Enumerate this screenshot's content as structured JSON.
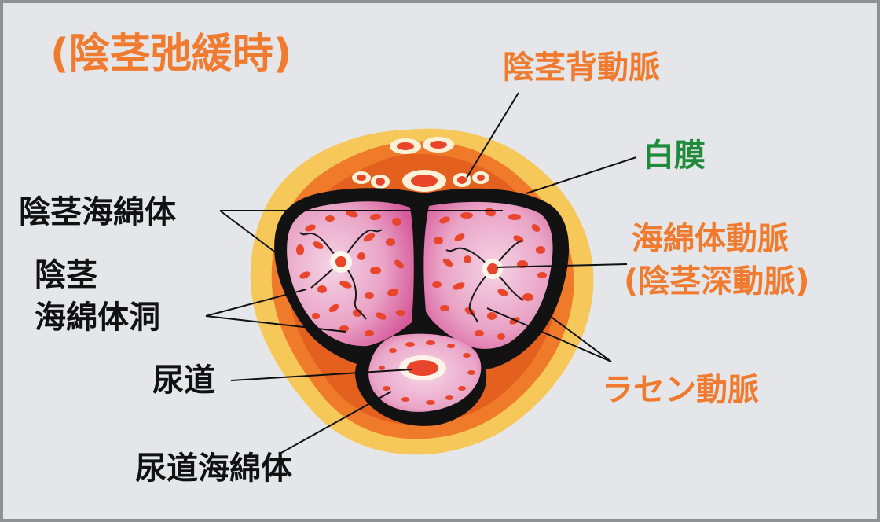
{
  "title": "(陰茎弛緩時)",
  "labels": {
    "dorsal_artery": "陰茎背動脈",
    "tunica": "白膜",
    "corpus_cavernosum": "陰茎海綿体",
    "sinusoid_line1": "陰茎",
    "sinusoid_line2": "海綿体洞",
    "cavernous_artery_line1": "海綿体動脈",
    "cavernous_artery_line2": "(陰茎深動脈)",
    "helicine_artery": "ラセン動脈",
    "urethra": "尿道",
    "corpus_spongiosum": "尿道海綿体"
  },
  "colors": {
    "orange_label": "#f07a2e",
    "green_label": "#1f8a3a",
    "black_label": "#111111",
    "outer_yellow": "#f6c85a",
    "orange_layer": "#ef7a2a",
    "tunica_black": "#121212",
    "tissue_pink": "#e9a3c6",
    "blood_red": "#e8452a"
  }
}
